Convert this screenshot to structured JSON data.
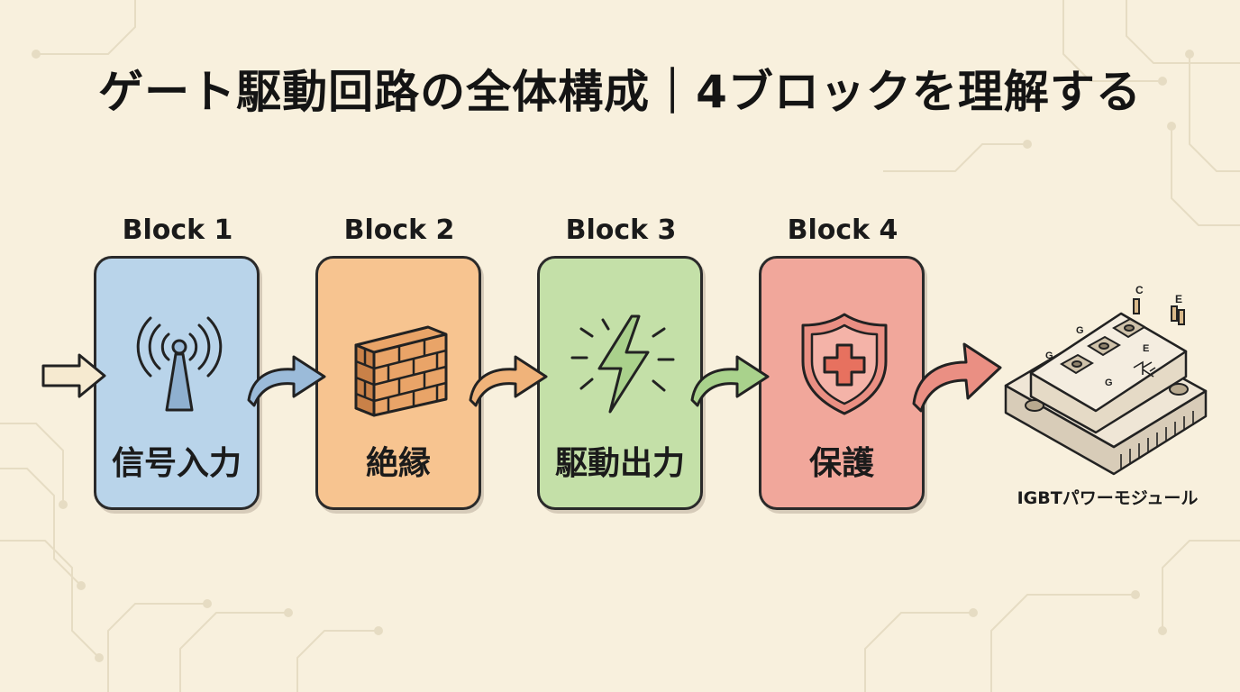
{
  "title": "ゲート駆動回路の全体構成｜4ブロックを理解する",
  "blocks": [
    {
      "label": "Block 1",
      "name": "信号入力",
      "icon": "antenna-icon",
      "color": "#b9d4ea"
    },
    {
      "label": "Block 2",
      "name": "絶縁",
      "icon": "brick-wall-icon",
      "color": "#f7c490"
    },
    {
      "label": "Block 3",
      "name": "駆動出力",
      "icon": "lightning-icon",
      "color": "#c4e0a8"
    },
    {
      "label": "Block 4",
      "name": "保護",
      "icon": "shield-plus-icon",
      "color": "#f1a79b"
    }
  ],
  "module": {
    "label": "IGBTパワーモジュール",
    "terminal_c": "C",
    "terminal_e_top": "E",
    "terminal_g1": "G",
    "terminal_g2": "G",
    "terminal_g3": "G",
    "terminal_e_mid": "E"
  },
  "colors": {
    "background": "#f8f0dd",
    "arrow_blue": "#9bbbd9",
    "arrow_orange": "#f0b37a",
    "arrow_green": "#a9d28c",
    "arrow_red": "#ea8f83"
  }
}
